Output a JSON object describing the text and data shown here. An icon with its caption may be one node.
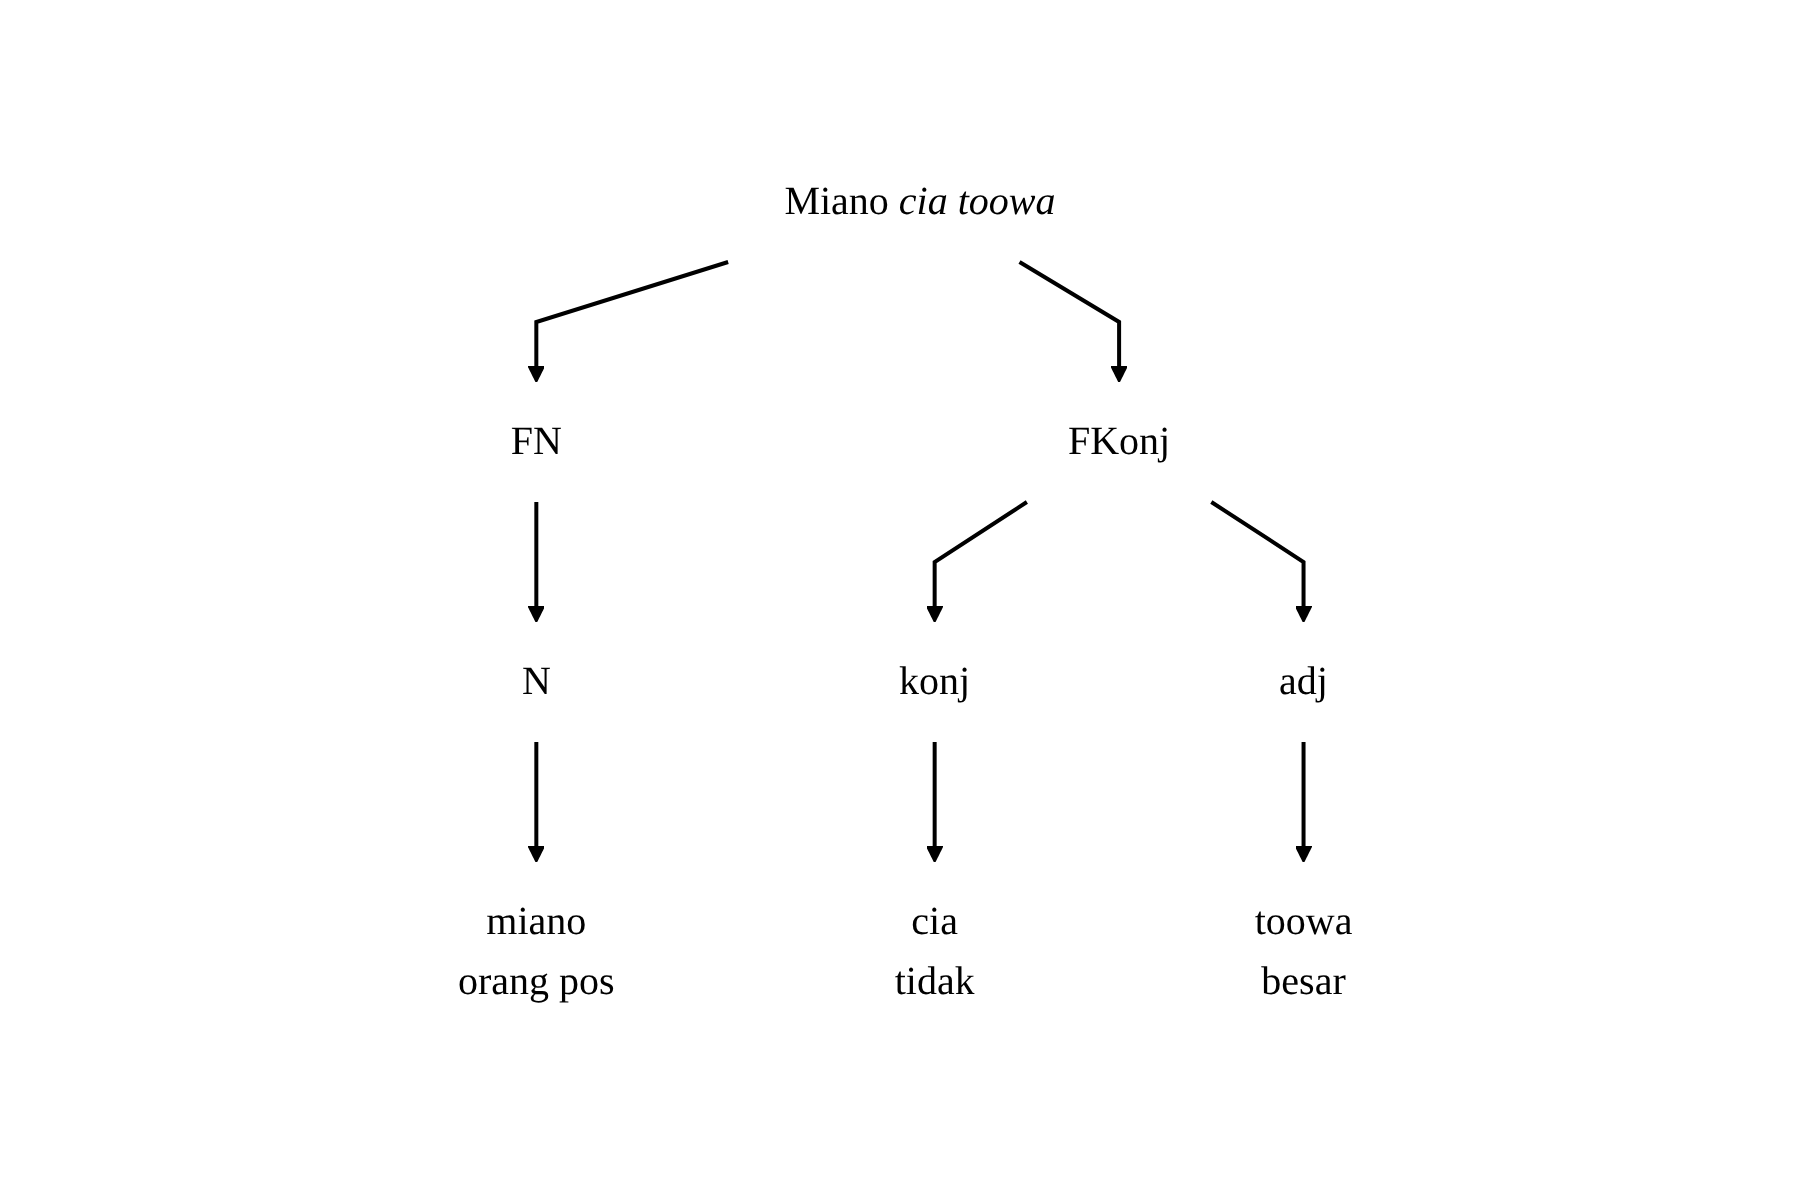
{
  "diagram": {
    "nodes": [
      {
        "text": [
          "Miano *cia toowa*"
        ]
      },
      {
        "text": [
          "FN"
        ]
      },
      {
        "text": [
          "FKonj"
        ]
      },
      {
        "text": [
          "N"
        ]
      },
      {
        "text": [
          "miano",
          "orang pos"
        ]
      },
      {
        "text": [
          "konj"
        ]
      },
      {
        "text": [
          "adj"
        ]
      },
      {
        "text": [
          "cia",
          "tidak"
        ]
      },
      {
        "text": [
          "toowa",
          "besar"
        ]
      }
    ],
    "edges": [
      {
        "from": 0,
        "to": 1,
        "arrow": "to"
      },
      {
        "from": 0,
        "to": 2,
        "arrow": "to"
      },
      {
        "from": 1,
        "to": 3,
        "arrow": "to"
      },
      {
        "from": 3,
        "to": 4,
        "arrow": "to"
      },
      {
        "from": 2,
        "to": 5,
        "arrow": "to"
      },
      {
        "from": 2,
        "to": 6,
        "arrow": "to"
      },
      {
        "from": 5,
        "to": 7,
        "arrow": "to"
      },
      {
        "from": 6,
        "to": 8,
        "arrow": "to"
      }
    ]
  }
}
